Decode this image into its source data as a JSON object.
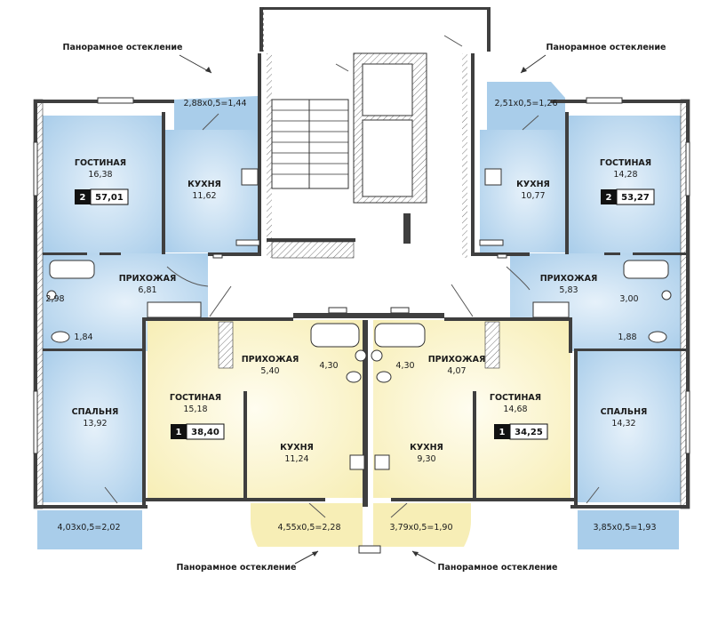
{
  "colors": {
    "blue_room": "#b7d6ee",
    "yellow_room": "#fbf4cc",
    "wall": "#3f3f3f",
    "badge_dark": "#111111"
  },
  "callouts": {
    "top_left": "Панорамное остекление",
    "top_right": "Панорамное остекление",
    "bottom_left": "Панорамное остекление",
    "bottom_right": "Панорамное остекление"
  },
  "apartments": {
    "left": {
      "rooms": {
        "badge": "2",
        "total": "57,01"
      },
      "living": {
        "name": "ГОСТИНАЯ",
        "area": "16,38"
      },
      "kitchen": {
        "name": "КУХНЯ",
        "area": "11,62"
      },
      "hall": {
        "name": "ПРИХОЖАЯ",
        "area": "6,81"
      },
      "bath": {
        "area": "2,98"
      },
      "wc": {
        "area": "1,84"
      },
      "bedroom": {
        "name": "СПАЛЬНЯ",
        "area": "13,92"
      },
      "balcony_top": "2,88x0,5=1,44",
      "balcony_bottom": "4,03x0,5=2,02"
    },
    "center_left": {
      "rooms": {
        "badge": "1",
        "total": "38,40"
      },
      "hall": {
        "name": "ПРИХОЖАЯ",
        "area": "5,40"
      },
      "bath": {
        "area": "4,30"
      },
      "living": {
        "name": "ГОСТИНАЯ",
        "area": "15,18"
      },
      "kitchen": {
        "name": "КУХНЯ",
        "area": "11,24"
      },
      "balcony": "4,55x0,5=2,28"
    },
    "center_right": {
      "rooms": {
        "badge": "1",
        "total": "34,25"
      },
      "hall": {
        "name": "ПРИХОЖАЯ",
        "area": "4,07"
      },
      "bath": {
        "area": "4,30"
      },
      "living": {
        "name": "ГОСТИНАЯ",
        "area": "14,68"
      },
      "kitchen": {
        "name": "КУХНЯ",
        "area": "9,30"
      },
      "balcony": "3,79x0,5=1,90"
    },
    "right": {
      "rooms": {
        "badge": "2",
        "total": "53,27"
      },
      "living": {
        "name": "ГОСТИНАЯ",
        "area": "14,28"
      },
      "kitchen": {
        "name": "КУХНЯ",
        "area": "10,77"
      },
      "hall": {
        "name": "ПРИХОЖАЯ",
        "area": "5,83"
      },
      "bath": {
        "area": "3,00"
      },
      "wc": {
        "area": "1,88"
      },
      "bedroom": {
        "name": "СПАЛЬНЯ",
        "area": "14,32"
      },
      "balcony_top": "2,51x0,5=1,26",
      "balcony_bottom": "3,85x0,5=1,93"
    }
  }
}
